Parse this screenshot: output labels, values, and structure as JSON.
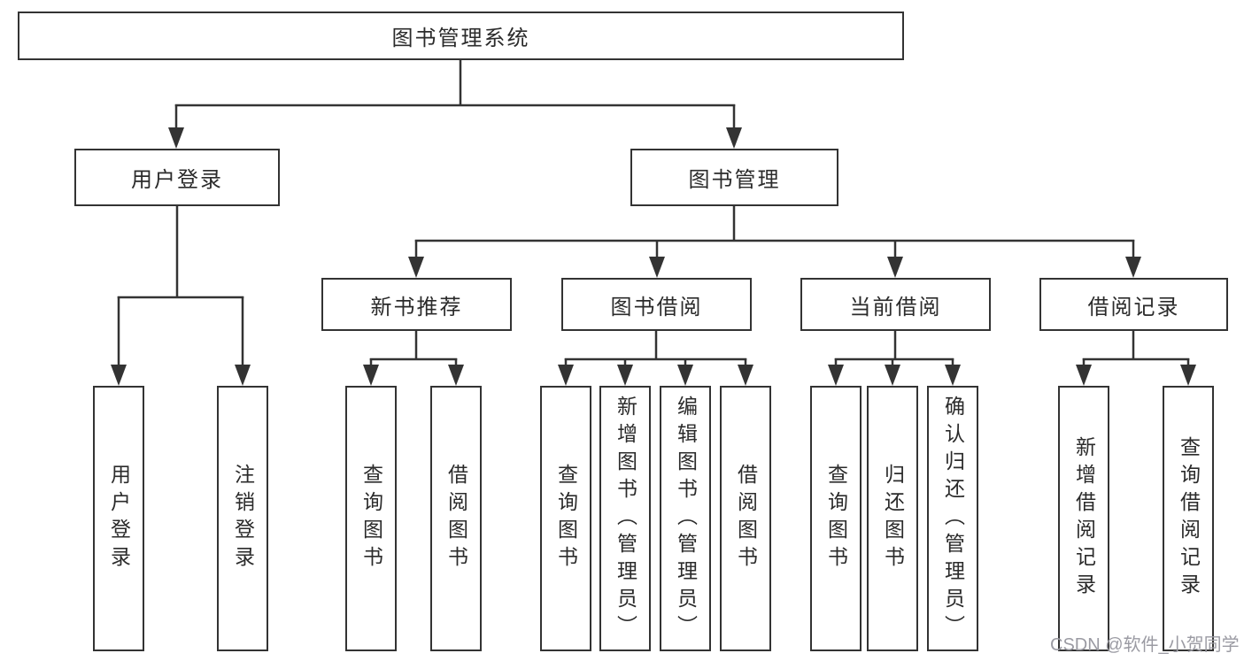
{
  "diagram": {
    "type": "tree",
    "root": {
      "label": "图书管理系统"
    },
    "level2": [
      {
        "label": "用户登录",
        "parent": "图书管理系统"
      },
      {
        "label": "图书管理",
        "parent": "图书管理系统"
      }
    ],
    "level3": [
      {
        "label": "新书推荐",
        "parent": "图书管理"
      },
      {
        "label": "图书借阅",
        "parent": "图书管理"
      },
      {
        "label": "当前借阅",
        "parent": "图书管理"
      },
      {
        "label": "借阅记录",
        "parent": "图书管理"
      }
    ],
    "leaves": [
      {
        "label": "用户登录",
        "parent": "用户登录"
      },
      {
        "label": "注销登录",
        "parent": "用户登录"
      },
      {
        "label": "查询图书",
        "parent": "新书推荐"
      },
      {
        "label": "借阅图书",
        "parent": "新书推荐"
      },
      {
        "label": "查询图书",
        "parent": "图书借阅"
      },
      {
        "label": "新增图书（管理员）",
        "parent": "图书借阅"
      },
      {
        "label": "编辑图书（管理员）",
        "parent": "图书借阅"
      },
      {
        "label": "借阅图书",
        "parent": "图书借阅"
      },
      {
        "label": "查询图书",
        "parent": "当前借阅"
      },
      {
        "label": "归还图书",
        "parent": "当前借阅"
      },
      {
        "label": "确认归还（管理员）",
        "parent": "当前借阅"
      },
      {
        "label": "新增借阅记录",
        "parent": "借阅记录"
      },
      {
        "label": "查询借阅记录",
        "parent": "借阅记录"
      }
    ]
  },
  "watermark": {
    "text": "CSDN @软件_小贺同学"
  },
  "colors": {
    "background": "#ffffff",
    "box_fill": "#ffffff",
    "box_border": "#333333",
    "line": "#333333",
    "text": "#2b2b2b",
    "watermark": "#9b9ba3"
  }
}
